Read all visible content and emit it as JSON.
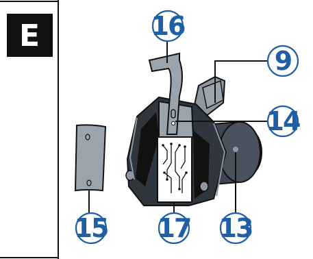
{
  "section": {
    "letter": "E",
    "badge_color": "#111111"
  },
  "callouts": [
    {
      "id": "16",
      "label": "16"
    },
    {
      "id": "9",
      "label": "9"
    },
    {
      "id": "14",
      "label": "14"
    },
    {
      "id": "13",
      "label": "13"
    },
    {
      "id": "15",
      "label": "15"
    },
    {
      "id": "17",
      "label": "17"
    }
  ],
  "colors": {
    "callout": "#1f5fa6",
    "part_light": "#9aa4ad",
    "part_dark": "#3e4650",
    "outline": "#111111"
  }
}
